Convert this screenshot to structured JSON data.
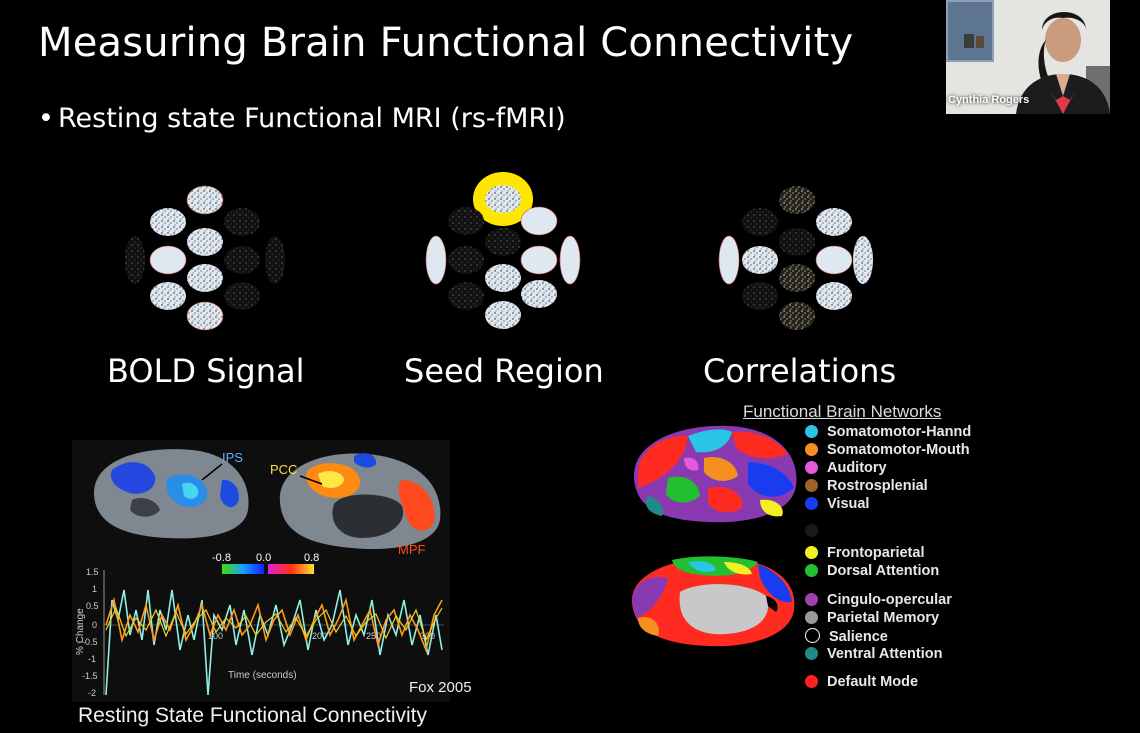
{
  "slide": {
    "title": "Measuring Brain Functional Connectivity",
    "bullet": "Resting state Functional MRI (rs-fMRI)"
  },
  "diagrams": [
    {
      "label": "BOLD Signal"
    },
    {
      "label": "Seed Region"
    },
    {
      "label": "Correlations"
    }
  ],
  "colors": {
    "seed_highlight": "#ffe600",
    "node_fill": "#dfe8f0"
  },
  "networks": {
    "title": "Functional Brain Networks",
    "items": [
      {
        "label": "Somatomotor-Hannd",
        "color": "#29c5e6"
      },
      {
        "label": "Somatomotor-Mouth",
        "color": "#f39020"
      },
      {
        "label": "Auditory",
        "color": "#e45ad8"
      },
      {
        "label": "Rostrosplenial",
        "color": "#a0602a"
      },
      {
        "label": "Visual",
        "color": "#1a3cf0"
      },
      {
        "label": "",
        "color": "#1a1a1a"
      },
      {
        "label": "Frontoparietal",
        "color": "#f2f020"
      },
      {
        "label": "Dorsal Attention",
        "color": "#22c030"
      },
      {
        "label": "Cingulo-opercular",
        "color": "#a040b0"
      },
      {
        "label": "Parietal Memory",
        "color": "#9a9a9a"
      },
      {
        "label": "Salience",
        "color": "#000000"
      },
      {
        "label": "Ventral Attention",
        "color": "#1f8a8a"
      },
      {
        "label": "Default Mode",
        "color": "#ff2020"
      }
    ]
  },
  "figure_left": {
    "labels": {
      "ips": "IPS",
      "pcc": "PCC",
      "mpf": "MPF"
    },
    "colorbar": {
      "min": "-0.8",
      "mid": "0.0",
      "max": "0.8"
    },
    "yaxis_label": "% Change",
    "xaxis_label": "Time (seconds)",
    "yticks": [
      "1.5",
      "1",
      "0.5",
      "0",
      "-0.5",
      "-1",
      "-1.5",
      "-2"
    ],
    "xticks": [
      "100",
      "200",
      "250",
      "300"
    ],
    "credit": "Fox 2005",
    "caption": "Resting State Functional Connectivity"
  },
  "video": {
    "participant_name": "Cynthia Rogers"
  }
}
